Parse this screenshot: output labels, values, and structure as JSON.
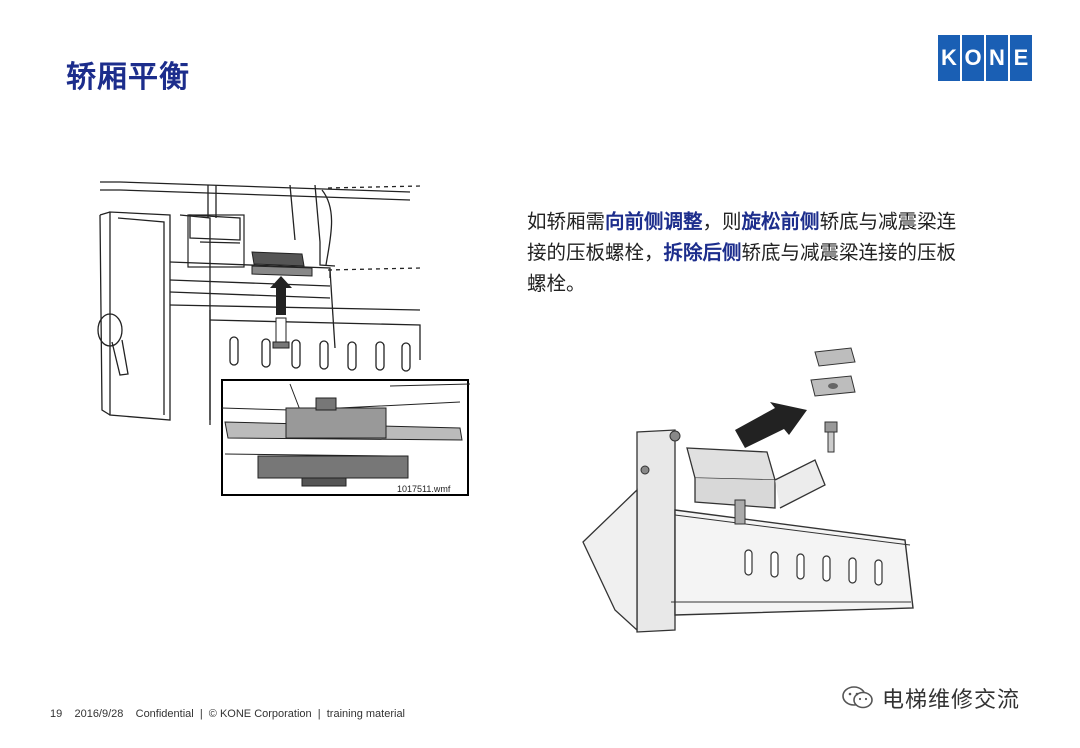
{
  "slide": {
    "title": "轿厢平衡",
    "logo_letters": [
      "K",
      "O",
      "N",
      "E"
    ],
    "description": {
      "p1": "如轿厢需",
      "h1": "向前侧调整",
      "p2": "，则",
      "h2": "旋松前侧",
      "p3": "轿底与减震梁连接的压板螺栓，",
      "h3": "拆除后侧",
      "p4": "轿底与减震梁连接的压板螺栓。"
    },
    "figure_label": "1017511.wmf",
    "footer": "19    2016/9/28    Confidential  |  © KONE Corporation  |  training material",
    "watermark": "电梯维修交流"
  },
  "colors": {
    "title": "#1c2d8c",
    "logo": "#1a5fb4",
    "highlight": "#1c2d8c"
  },
  "icons": [
    "upward-arrow-icon",
    "wechat-icon"
  ]
}
